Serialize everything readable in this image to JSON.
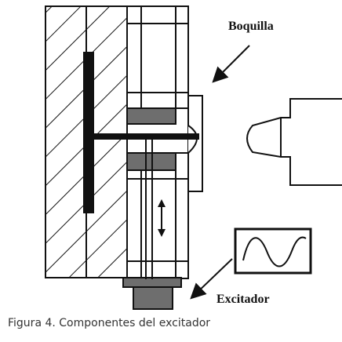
{
  "labels": {
    "boquilla": "Boquilla",
    "excitador": "Excitador"
  },
  "caption": "Figura 4. Componentes del excitador",
  "colors": {
    "line": "#111111",
    "fill_gray": "#6e6e6e",
    "background": "#ffffff"
  },
  "icons": [
    "double-arrow-icon",
    "sine-wave-icon"
  ]
}
